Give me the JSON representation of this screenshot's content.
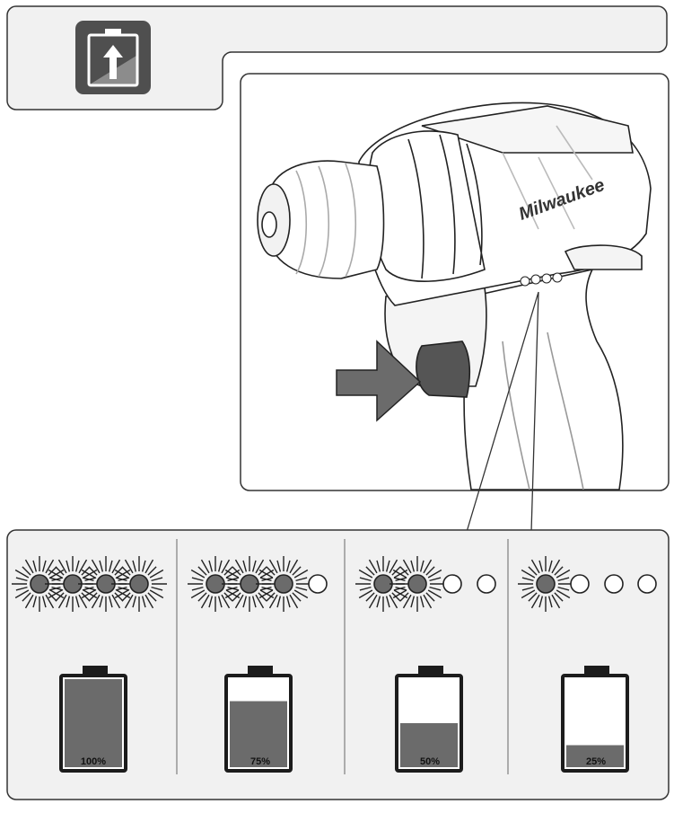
{
  "header": {
    "icon": "battery-charge-check-icon"
  },
  "illustration": {
    "brand_text": "Milwaukee",
    "subject": "drill-with-fuel-gauge"
  },
  "fuel_gauge": {
    "states": [
      {
        "label": "100%",
        "level": 1.0,
        "lit_leds": 4,
        "total_leds": 4
      },
      {
        "label": "75%",
        "level": 0.75,
        "lit_leds": 3,
        "total_leds": 4
      },
      {
        "label": "50%",
        "level": 0.5,
        "lit_leds": 2,
        "total_leds": 4
      },
      {
        "label": "25%",
        "level": 0.25,
        "lit_leds": 1,
        "total_leds": 4
      }
    ]
  },
  "colors": {
    "fill": "#6b6b6b",
    "panel": "#f1f1f1",
    "stroke": "#222222"
  }
}
